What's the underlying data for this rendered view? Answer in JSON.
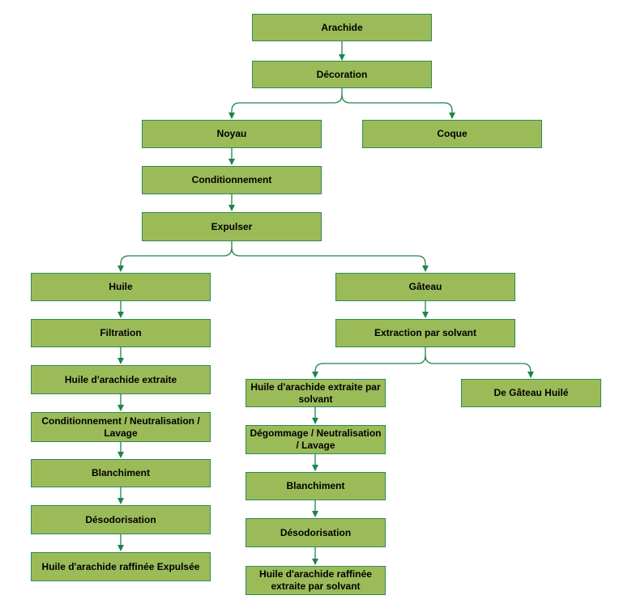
{
  "colors": {
    "node_fill": "#9bbb59",
    "node_border": "#2e8b57",
    "edge": "#1e8449"
  },
  "nodes": {
    "arachide": "Arachide",
    "decoration": "Décoration",
    "noyau": "Noyau",
    "coque": "Coque",
    "conditionnement": "Conditionnement",
    "expulser": "Expulser",
    "huile": "Huile",
    "gateau": "Gâteau",
    "filtration": "Filtration",
    "extraction": "Extraction par solvant",
    "huile_extraite": "Huile d'arachide extraite",
    "huile_extraite_solvant": "Huile d'arachide extraite par solvant",
    "gateau_huile": "De Gâteau Huilé",
    "cond_neutralisation": "Conditionnement / Neutralisation / Lavage",
    "degommage": "Dégommage / Neutralisation / Lavage",
    "blanchiment_left": "Blanchiment",
    "blanchiment_right": "Blanchiment",
    "desodorisation_left": "Désodorisation",
    "desodorisation_right": "Désodorisation",
    "raffinee_expulsee": "Huile d'arachide raffinée Expulsée",
    "raffinee_solvant": "Huile d'arachide raffinée extraite par solvant"
  }
}
